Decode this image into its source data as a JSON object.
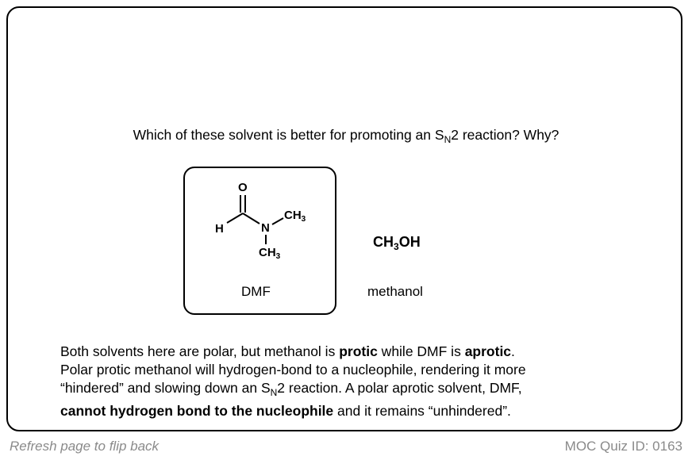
{
  "question": {
    "before": "Which of these solvent is better for promoting an S",
    "sub": "N",
    "after": "2 reaction?  Why?"
  },
  "dmf": {
    "atoms": {
      "O": "O",
      "H": "H",
      "N": "N",
      "CH": "CH",
      "three": "3"
    },
    "label": "DMF"
  },
  "methanol": {
    "formula_a": "CH",
    "formula_sub": "3",
    "formula_b": "OH",
    "label": "methanol"
  },
  "answer": {
    "l1a": "Both solvents here are polar, but methanol is ",
    "l1b": "protic",
    "l1c": " while DMF is ",
    "l1d": "aprotic",
    "l1e": ".",
    "l2": "Polar protic methanol will hydrogen-bond to a nucleophile, rendering it more",
    "l3a": "“hindered” and slowing down an S",
    "l3sub": "N",
    "l3b": "2 reaction.  A polar aprotic solvent, DMF,",
    "l4a": "cannot hydrogen bond to the nucleophile",
    "l4b": " and it remains “unhindered”."
  },
  "footer": {
    "left": "Refresh page to flip back",
    "right": "MOC Quiz ID: 0163"
  }
}
